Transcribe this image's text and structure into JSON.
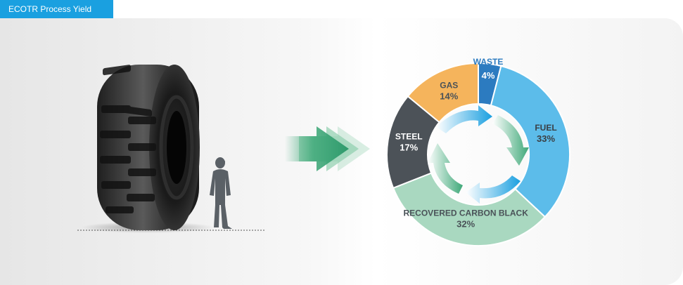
{
  "tab": {
    "title": "ECOTR Process Yield"
  },
  "colors": {
    "tab_blue": "#1aa0e0",
    "waste": "#2c7bc0",
    "fuel": "#5cbcea",
    "recovered_carbon_black": "#a9d8c0",
    "steel": "#4c5258",
    "gas": "#f5b45c",
    "arrow_green": "#3ea878",
    "arrow_blue": "#1a9fe0"
  },
  "chart_data": {
    "type": "pie",
    "title": "",
    "slices": [
      {
        "label": "WASTE",
        "value": 4,
        "value_label": "4%",
        "color": "#2c7bc0"
      },
      {
        "label": "FUEL",
        "value": 33,
        "value_label": "33%",
        "color": "#5cbcea"
      },
      {
        "label": "RECOVERED CARBON BLACK",
        "value": 32,
        "value_label": "32%",
        "color": "#a9d8c0"
      },
      {
        "label": "STEEL",
        "value": 17,
        "value_label": "17%",
        "color": "#4c5258"
      },
      {
        "label": "GAS",
        "value": 14,
        "value_label": "14%",
        "color": "#f5b45c"
      }
    ]
  }
}
